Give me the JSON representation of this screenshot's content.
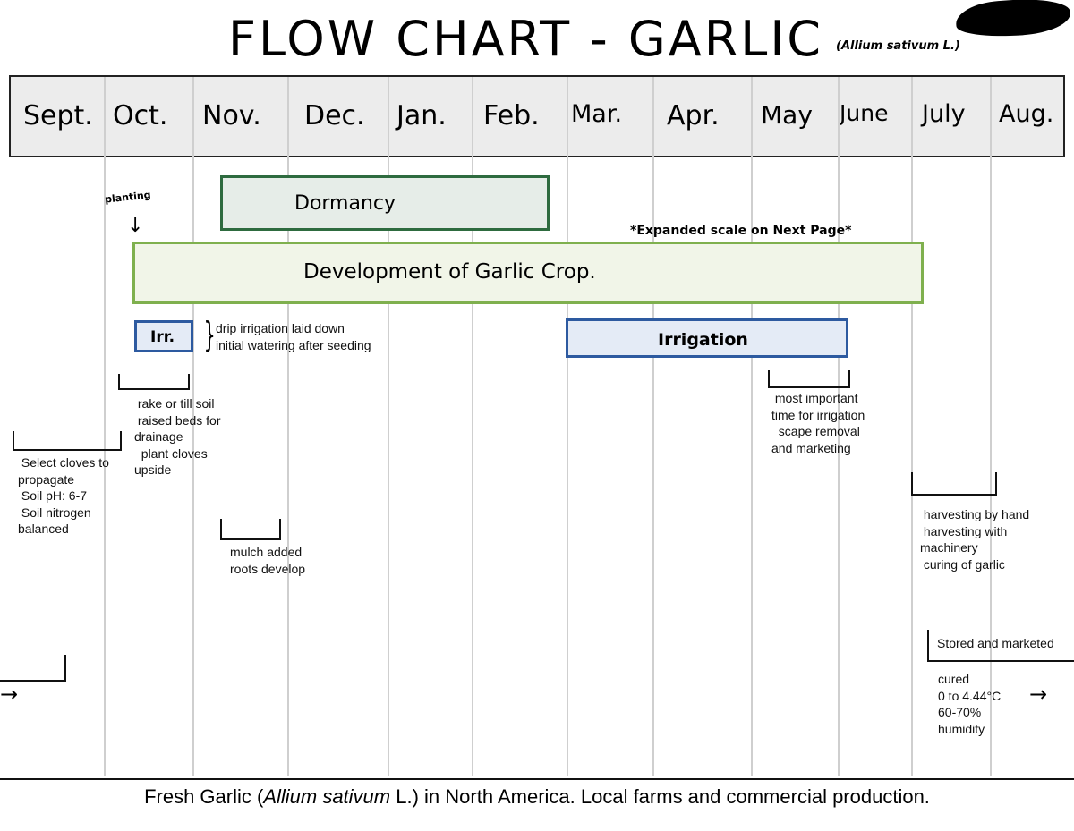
{
  "title": {
    "main": "FLOW CHART - GARLIC",
    "scientific": "(Allium sativum L.)"
  },
  "months": [
    "Sept.",
    "Oct.",
    "Nov.",
    "Dec.",
    "Jan.",
    "Feb.",
    "Mar.",
    "Apr.",
    "May",
    "June",
    "July",
    "Aug."
  ],
  "bars": {
    "dormancy": {
      "label": "Dormancy",
      "fill": "#e6ede8",
      "border": "#2e6b3f"
    },
    "development": {
      "label": "Development of Garlic Crop.",
      "fill": "#f1f5e8",
      "border": "#7fb04e"
    },
    "irr_short": {
      "label": "Irr.",
      "fill": "#e4ebf6",
      "border": "#2d5aa0"
    },
    "irrigation": {
      "label": "Irrigation",
      "fill": "#e4ebf6",
      "border": "#2d5aa0"
    }
  },
  "handwritten": {
    "planting": "planting",
    "planting_arrow": "↓",
    "expanded": "*Expanded scale on Next Page*"
  },
  "notes": {
    "irr": "drip irrigation laid down\ninitial watering after seeding",
    "rake": " rake or till soil\n raised beds for\ndrainage\n  plant cloves\nupside",
    "select": " Select cloves to\npropagate\n Soil pH: 6-7\n Soil nitrogen\nbalanced",
    "mulch": "mulch added\nroots develop",
    "important": " most important\ntime for irrigation\n  scape removal\nand marketing",
    "harvest": " harvesting by hand\n harvesting with\nmachinery\n curing of garlic",
    "stored": "Stored and marketed",
    "cured": "cured\n0 to 4.44°C\n60-70%\nhumidity"
  },
  "arrows": {
    "left": "→",
    "right": "→"
  },
  "caption": {
    "before": "Fresh Garlic (",
    "italic": "Allium sativum",
    "after": " L.) in North America. Local farms and commercial production."
  }
}
